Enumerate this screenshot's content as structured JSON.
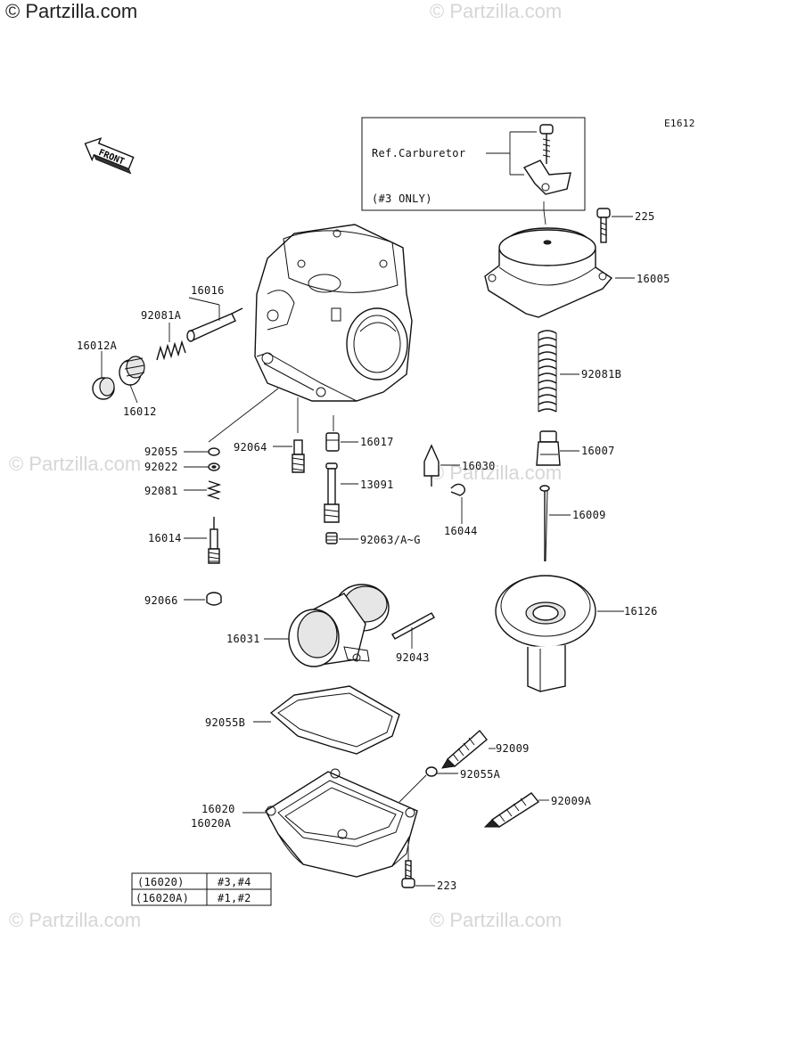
{
  "watermarks": {
    "top_left": "© Partzilla.com",
    "repeat": "© Partzilla.com"
  },
  "diagram": {
    "ref_code": "E1612",
    "front_label": "FRONT",
    "ref_box": {
      "line1": "Ref.Carburetor",
      "line2": "(#3 ONLY)"
    },
    "labels": [
      {
        "id": "225",
        "text": "225"
      },
      {
        "id": "16005",
        "text": "16005"
      },
      {
        "id": "16016",
        "text": "16016"
      },
      {
        "id": "92081A",
        "text": "92081A"
      },
      {
        "id": "16012A",
        "text": "16012A"
      },
      {
        "id": "16012",
        "text": "16012"
      },
      {
        "id": "92081B",
        "text": "92081B"
      },
      {
        "id": "92055",
        "text": "92055"
      },
      {
        "id": "92064",
        "text": "92064"
      },
      {
        "id": "16017",
        "text": "16017"
      },
      {
        "id": "16007",
        "text": "16007"
      },
      {
        "id": "92022",
        "text": "92022"
      },
      {
        "id": "16030",
        "text": "16030"
      },
      {
        "id": "92081",
        "text": "92081"
      },
      {
        "id": "13091",
        "text": "13091"
      },
      {
        "id": "16009",
        "text": "16009"
      },
      {
        "id": "16044",
        "text": "16044"
      },
      {
        "id": "16014",
        "text": "16014"
      },
      {
        "id": "92063",
        "text": "92063/A~G"
      },
      {
        "id": "92066",
        "text": "92066"
      },
      {
        "id": "16126",
        "text": "16126"
      },
      {
        "id": "16031",
        "text": "16031"
      },
      {
        "id": "92043",
        "text": "92043"
      },
      {
        "id": "92055B",
        "text": "92055B"
      },
      {
        "id": "92009",
        "text": "92009"
      },
      {
        "id": "92055A",
        "text": "92055A"
      },
      {
        "id": "16020",
        "text": "16020"
      },
      {
        "id": "16020A",
        "text": "16020A"
      },
      {
        "id": "92009A",
        "text": "92009A"
      },
      {
        "id": "223",
        "text": "223"
      }
    ],
    "table": [
      [
        "(16020)",
        "#3,#4"
      ],
      [
        "(16020A)",
        "#1,#2"
      ]
    ]
  }
}
